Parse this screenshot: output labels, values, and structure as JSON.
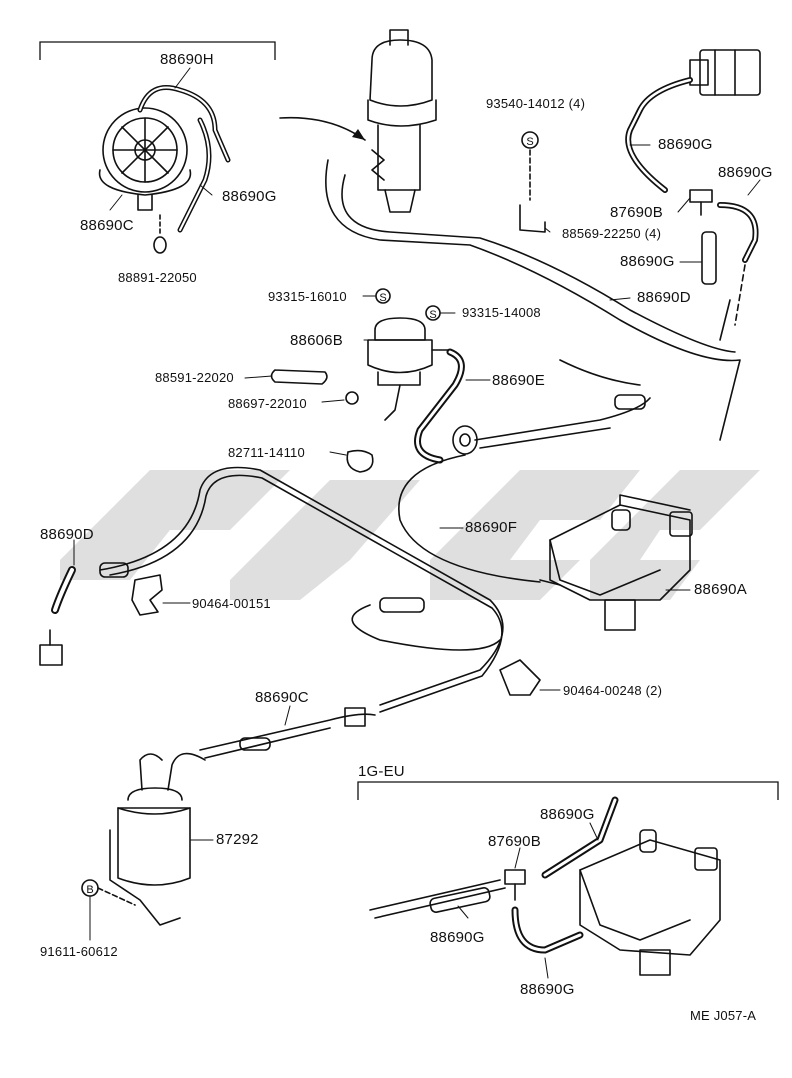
{
  "diagram": {
    "parts": {
      "p88690H": "88690H",
      "p88690G_a": "88690G",
      "p88690C_a": "88690C",
      "p88891": "88891-22050",
      "p93540": "93540-14012 (4)",
      "p88690G_b": "88690G",
      "p88690G_c": "88690G",
      "p87690B_a": "87690B",
      "p88569": "88569-22250 (4)",
      "p88690G_d": "88690G",
      "p88690D_a": "88690D",
      "p93315_16010": "93315-16010",
      "p93315_14008": "93315-14008",
      "p88606B": "88606B",
      "p88591": "88591-22020",
      "p88690E": "88690E",
      "p88697": "88697-22010",
      "p82711": "82711-14110",
      "p88690D_b": "88690D",
      "p88690F": "88690F",
      "p88690A": "88690A",
      "p90464_00151": "90464-00151",
      "p90464_00248": "90464-00248 (2)",
      "p88690C_b": "88690C",
      "p87292": "87292",
      "p91611": "91611-60612",
      "p88690G_e": "88690G",
      "p87690B_b": "87690B",
      "p88690G_f": "88690G",
      "p88690G_g": "88690G"
    },
    "circle_marks": {
      "s": "S",
      "b": "B"
    },
    "section_label": "1G-EU",
    "figure_code": "ME J057-A"
  }
}
